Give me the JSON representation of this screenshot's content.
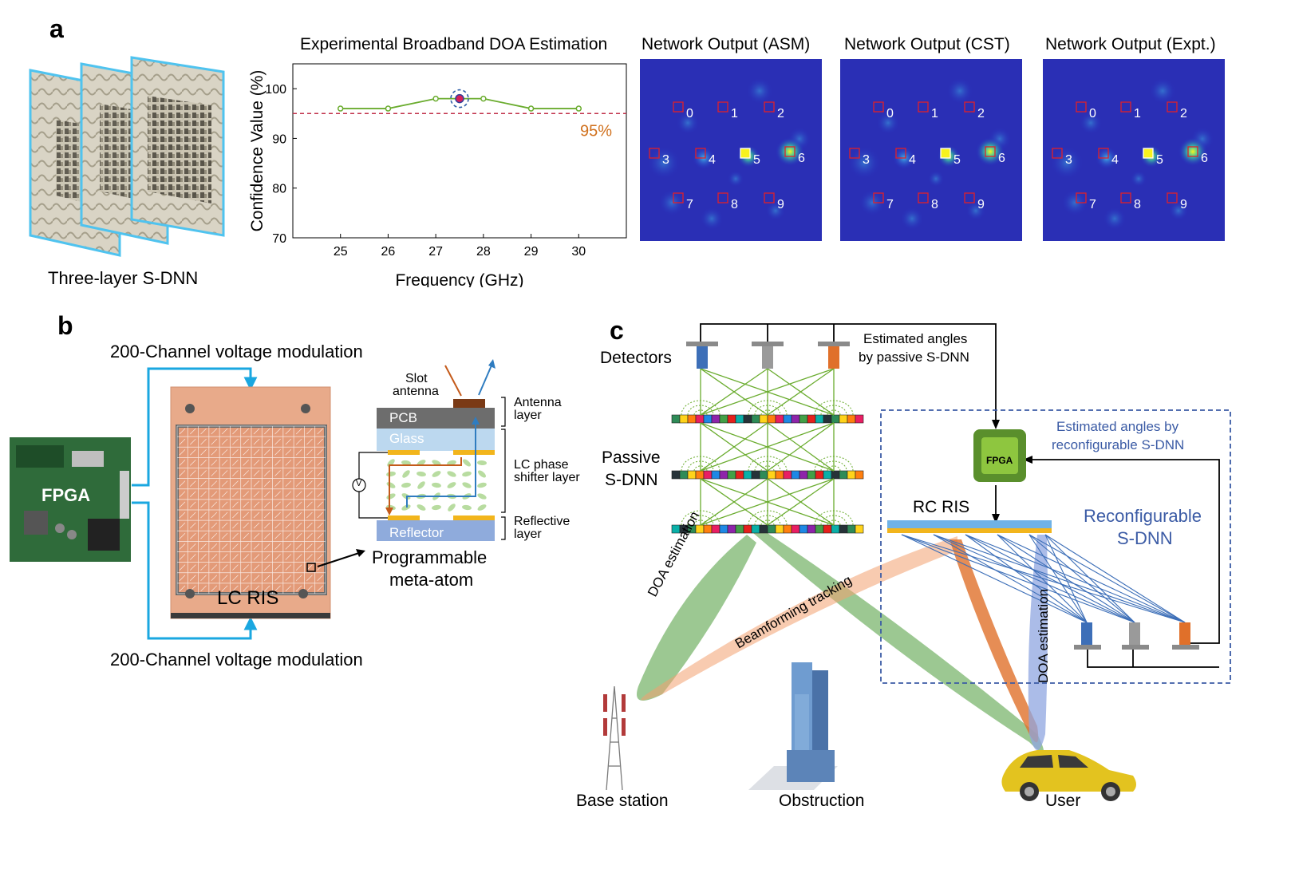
{
  "panel_a": {
    "letter": "a",
    "sdnn_caption": "Three-layer S-DNN",
    "chart_title": "Experimental  Broadband  DOA Estimation",
    "maps": [
      {
        "title": "Network Output (ASM)"
      },
      {
        "title": "Network Output  (CST)"
      },
      {
        "title": "Network Output  (Expt.)"
      }
    ],
    "map_box_labels": [
      "0",
      "1",
      "2",
      "3",
      "4",
      "5",
      "6",
      "7",
      "8",
      "9"
    ],
    "threshold_label": "95%"
  },
  "chart_data": {
    "type": "line",
    "title": "Experimental  Broadband  DOA Estimation",
    "xlabel": "Frequency (GHz)",
    "ylabel": "Confidence Value (%)",
    "x": [
      25,
      26,
      27,
      27.5,
      28,
      29,
      30
    ],
    "series": [
      {
        "values": [
          96,
          96,
          98,
          98,
          98,
          96,
          96
        ],
        "color": "#6aac2e"
      }
    ],
    "highlight_point": {
      "x": 27.5,
      "y": 98
    },
    "threshold": {
      "y": 95,
      "label": "95%",
      "color": "#c0304a"
    },
    "xticks": [
      25,
      26,
      27,
      28,
      29,
      30
    ],
    "yticks": [
      70,
      80,
      90,
      100
    ],
    "xlim": [
      24,
      31
    ],
    "ylim": [
      70,
      105
    ],
    "grid": false
  },
  "panel_b": {
    "letter": "b",
    "voltage_top": "200-Channel voltage modulation",
    "voltage_bottom": "200-Channel voltage modulation",
    "fpga_label": "FPGA",
    "ris_label": "LC RIS",
    "meta_atom_label_1": "Programmable",
    "meta_atom_label_2": "meta-atom",
    "slot_antenna_1": "Slot",
    "slot_antenna_2": "antenna",
    "pcb": "PCB",
    "glass": "Glass",
    "reflector": "Reflector",
    "voltage_symbol": "V",
    "antenna_layer_1": "Antenna",
    "antenna_layer_2": "layer",
    "lc_layer_1": "LC phase",
    "lc_layer_2": "shifter layer",
    "reflective_layer_1": "Reflective",
    "reflective_layer_2": "layer"
  },
  "panel_c": {
    "letter": "c",
    "detectors": "Detectors",
    "est_passive_1": "Estimated angles",
    "est_passive_2": "by passive S-DNN",
    "passive_1": "Passive",
    "passive_2": "S-DNN",
    "est_reconf_1": "Estimated angles by",
    "est_reconf_2": "reconfigurable S-DNN",
    "fpga_chip": "FPGA",
    "rc_ris": "RC RIS",
    "reconf_1": "Reconfigurable",
    "reconf_2": "S-DNN",
    "doa_left": "DOA estimation",
    "beamforming": "Beamforming tracking",
    "doa_right": "DOA estimation",
    "base_station": "Base station",
    "obstruction": "Obstruction",
    "user": "User"
  },
  "colors": {
    "accent_blue": "#1aa7e0",
    "reconf_blue": "#3b5ba5",
    "line_green": "#6aac2e",
    "threshold_red": "#c0304a",
    "threshold_text": "#d0701c",
    "detector_blue": "#3d6fb8",
    "detector_gray": "#9a9a9a",
    "detector_orange": "#e0702a"
  }
}
